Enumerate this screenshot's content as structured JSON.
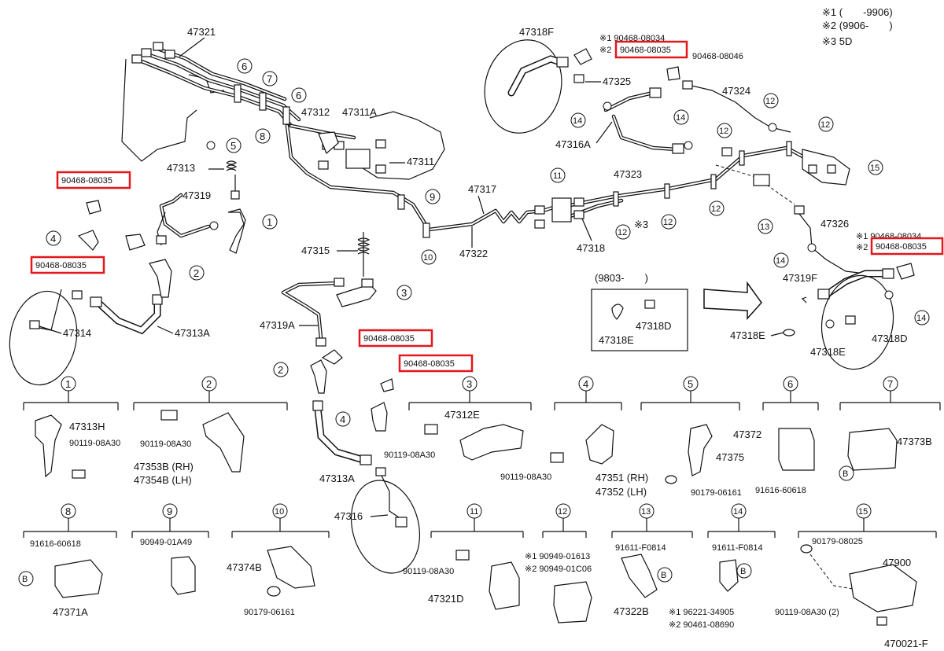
{
  "notes": {
    "n1": "※1 (　　-9906)",
    "n2": "※2 (9906-　　)",
    "n3": "※3 5D"
  },
  "labels": {
    "p47321": "47321",
    "p47318F": "47318F",
    "p47325": "47325",
    "p47324": "47324",
    "p47312": "47312",
    "p47311A": "47311A",
    "p47311": "47311",
    "p47313": "47313",
    "p47319": "47319",
    "p47316A": "47316A",
    "p47323": "47323",
    "p47317": "47317",
    "p47322": "47322",
    "p47318": "47318",
    "p47326": "47326",
    "p47315": "47315",
    "p47319F": "47319F",
    "p47319A": "47319A",
    "p47314": "47314",
    "p47313A": "47313A",
    "p47313A_b": "47313A",
    "p47316": "47316",
    "p47318E": "47318E",
    "p47318D": "47318D",
    "p47318E_b": "47318E",
    "p47318D_b": "47318D",
    "box9803": "(9803-　　)",
    "mark3": "※3",
    "n1_a": "※1 90468-08034",
    "n2_a": "※2",
    "n1_b": "※1 90468-08034",
    "n2_b": "※2",
    "p90468_08046": "90468-08046",
    "hl1": "90468-08035",
    "hl2": "90468-08035",
    "hl3": "90468-08035",
    "hl4": "90468-08035",
    "hl5": "90468-08035",
    "hl6": "90468-08035",
    "fig_code": "470021-F"
  },
  "details": {
    "d1": {
      "num": "1",
      "parts": [
        "47313H",
        "90119-08A30"
      ]
    },
    "d2": {
      "num": "2",
      "parts": [
        "90119-08A30",
        "47353B (RH)",
        "47354B (LH)"
      ]
    },
    "d3": {
      "num": "3",
      "parts": [
        "47312E",
        "90119-08A30"
      ]
    },
    "d4": {
      "num": "4",
      "parts": [
        "90119-08A30",
        "47351 (RH)",
        "47352 (LH)"
      ]
    },
    "d5": {
      "num": "5",
      "parts": [
        "47375",
        "90179-06161"
      ]
    },
    "d6": {
      "num": "6",
      "parts": [
        "47372",
        "91616-60618"
      ]
    },
    "d7": {
      "num": "7",
      "parts": [
        "47373B",
        "B"
      ]
    },
    "d8": {
      "num": "8",
      "parts": [
        "91616-60618",
        "B",
        "47371A"
      ]
    },
    "d9": {
      "num": "9",
      "parts": [
        "90949-01A49"
      ]
    },
    "d10": {
      "num": "10",
      "parts": [
        "47374B",
        "90179-06161"
      ]
    },
    "d11": {
      "num": "11",
      "parts": [
        "90119-08A30",
        "※1 90949-01613",
        "※2 90949-01C06",
        "47321D"
      ]
    },
    "d12": {
      "num": "12",
      "parts": []
    },
    "d13": {
      "num": "13",
      "parts": [
        "91611-F0814",
        "B",
        "47322B"
      ]
    },
    "d14": {
      "num": "14",
      "parts": [
        "91611-F0814",
        "B",
        "※1 96221-34905",
        "※2 90461-08690"
      ]
    },
    "d15": {
      "num": "15",
      "parts": [
        "90179-08025",
        "47900",
        "90119-08A30 (2)"
      ]
    }
  },
  "callouts": {
    "c1": "1",
    "c2": "2",
    "c2b": "2",
    "c3": "3",
    "c4": "4",
    "c4b": "4",
    "c5": "5",
    "c6a": "6",
    "c6b": "6",
    "c7": "7",
    "c8": "8",
    "c9": "9",
    "c10": "10",
    "c11": "11",
    "c12a": "12",
    "c12b": "12",
    "c12c": "12",
    "c12d": "12",
    "c12e": "12",
    "c12f": "12",
    "c13": "13",
    "c14a": "14",
    "c14b": "14",
    "c14c": "14",
    "c14d": "14",
    "c15": "15"
  },
  "colors": {
    "highlight": "#e3171c",
    "line": "#111111",
    "background": "#ffffff"
  }
}
